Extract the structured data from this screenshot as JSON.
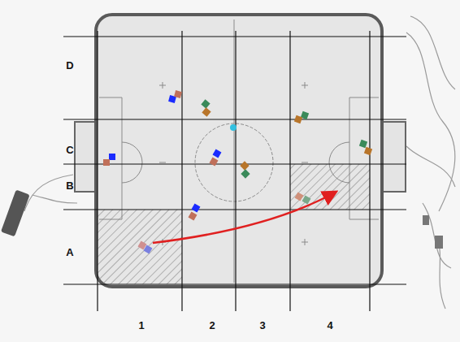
{
  "diagram": {
    "labels": [
      "D",
      "C",
      "B",
      "A",
      "1",
      "2",
      "3",
      "4"
    ]
  }
}
